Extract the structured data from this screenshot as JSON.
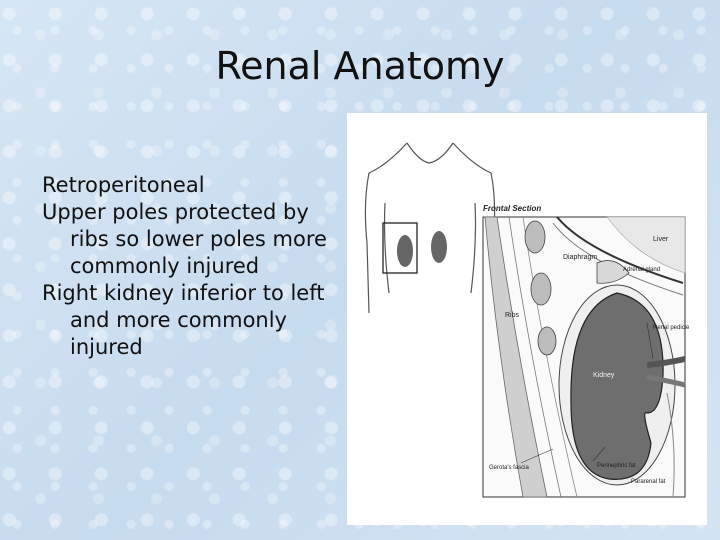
{
  "slide": {
    "title": "Renal Anatomy",
    "bullets": [
      "Retroperitoneal",
      "Upper poles protected by ribs so lower poles more commonly injured",
      "Right kidney inferior to left and more commonly injured"
    ]
  },
  "figure": {
    "section_title": "Frontal Section",
    "labels": {
      "liver": "Liver",
      "diaphragm": "Diaphragm",
      "adrenal": "Adrenal gland",
      "ribs": "Ribs",
      "renal_pedicle": "Renal pedicle",
      "kidney": "Kidney",
      "gerotas": "Gerota's fascia",
      "perinephric": "Perinephric fat",
      "pararenal": "Pararenal fat"
    }
  }
}
